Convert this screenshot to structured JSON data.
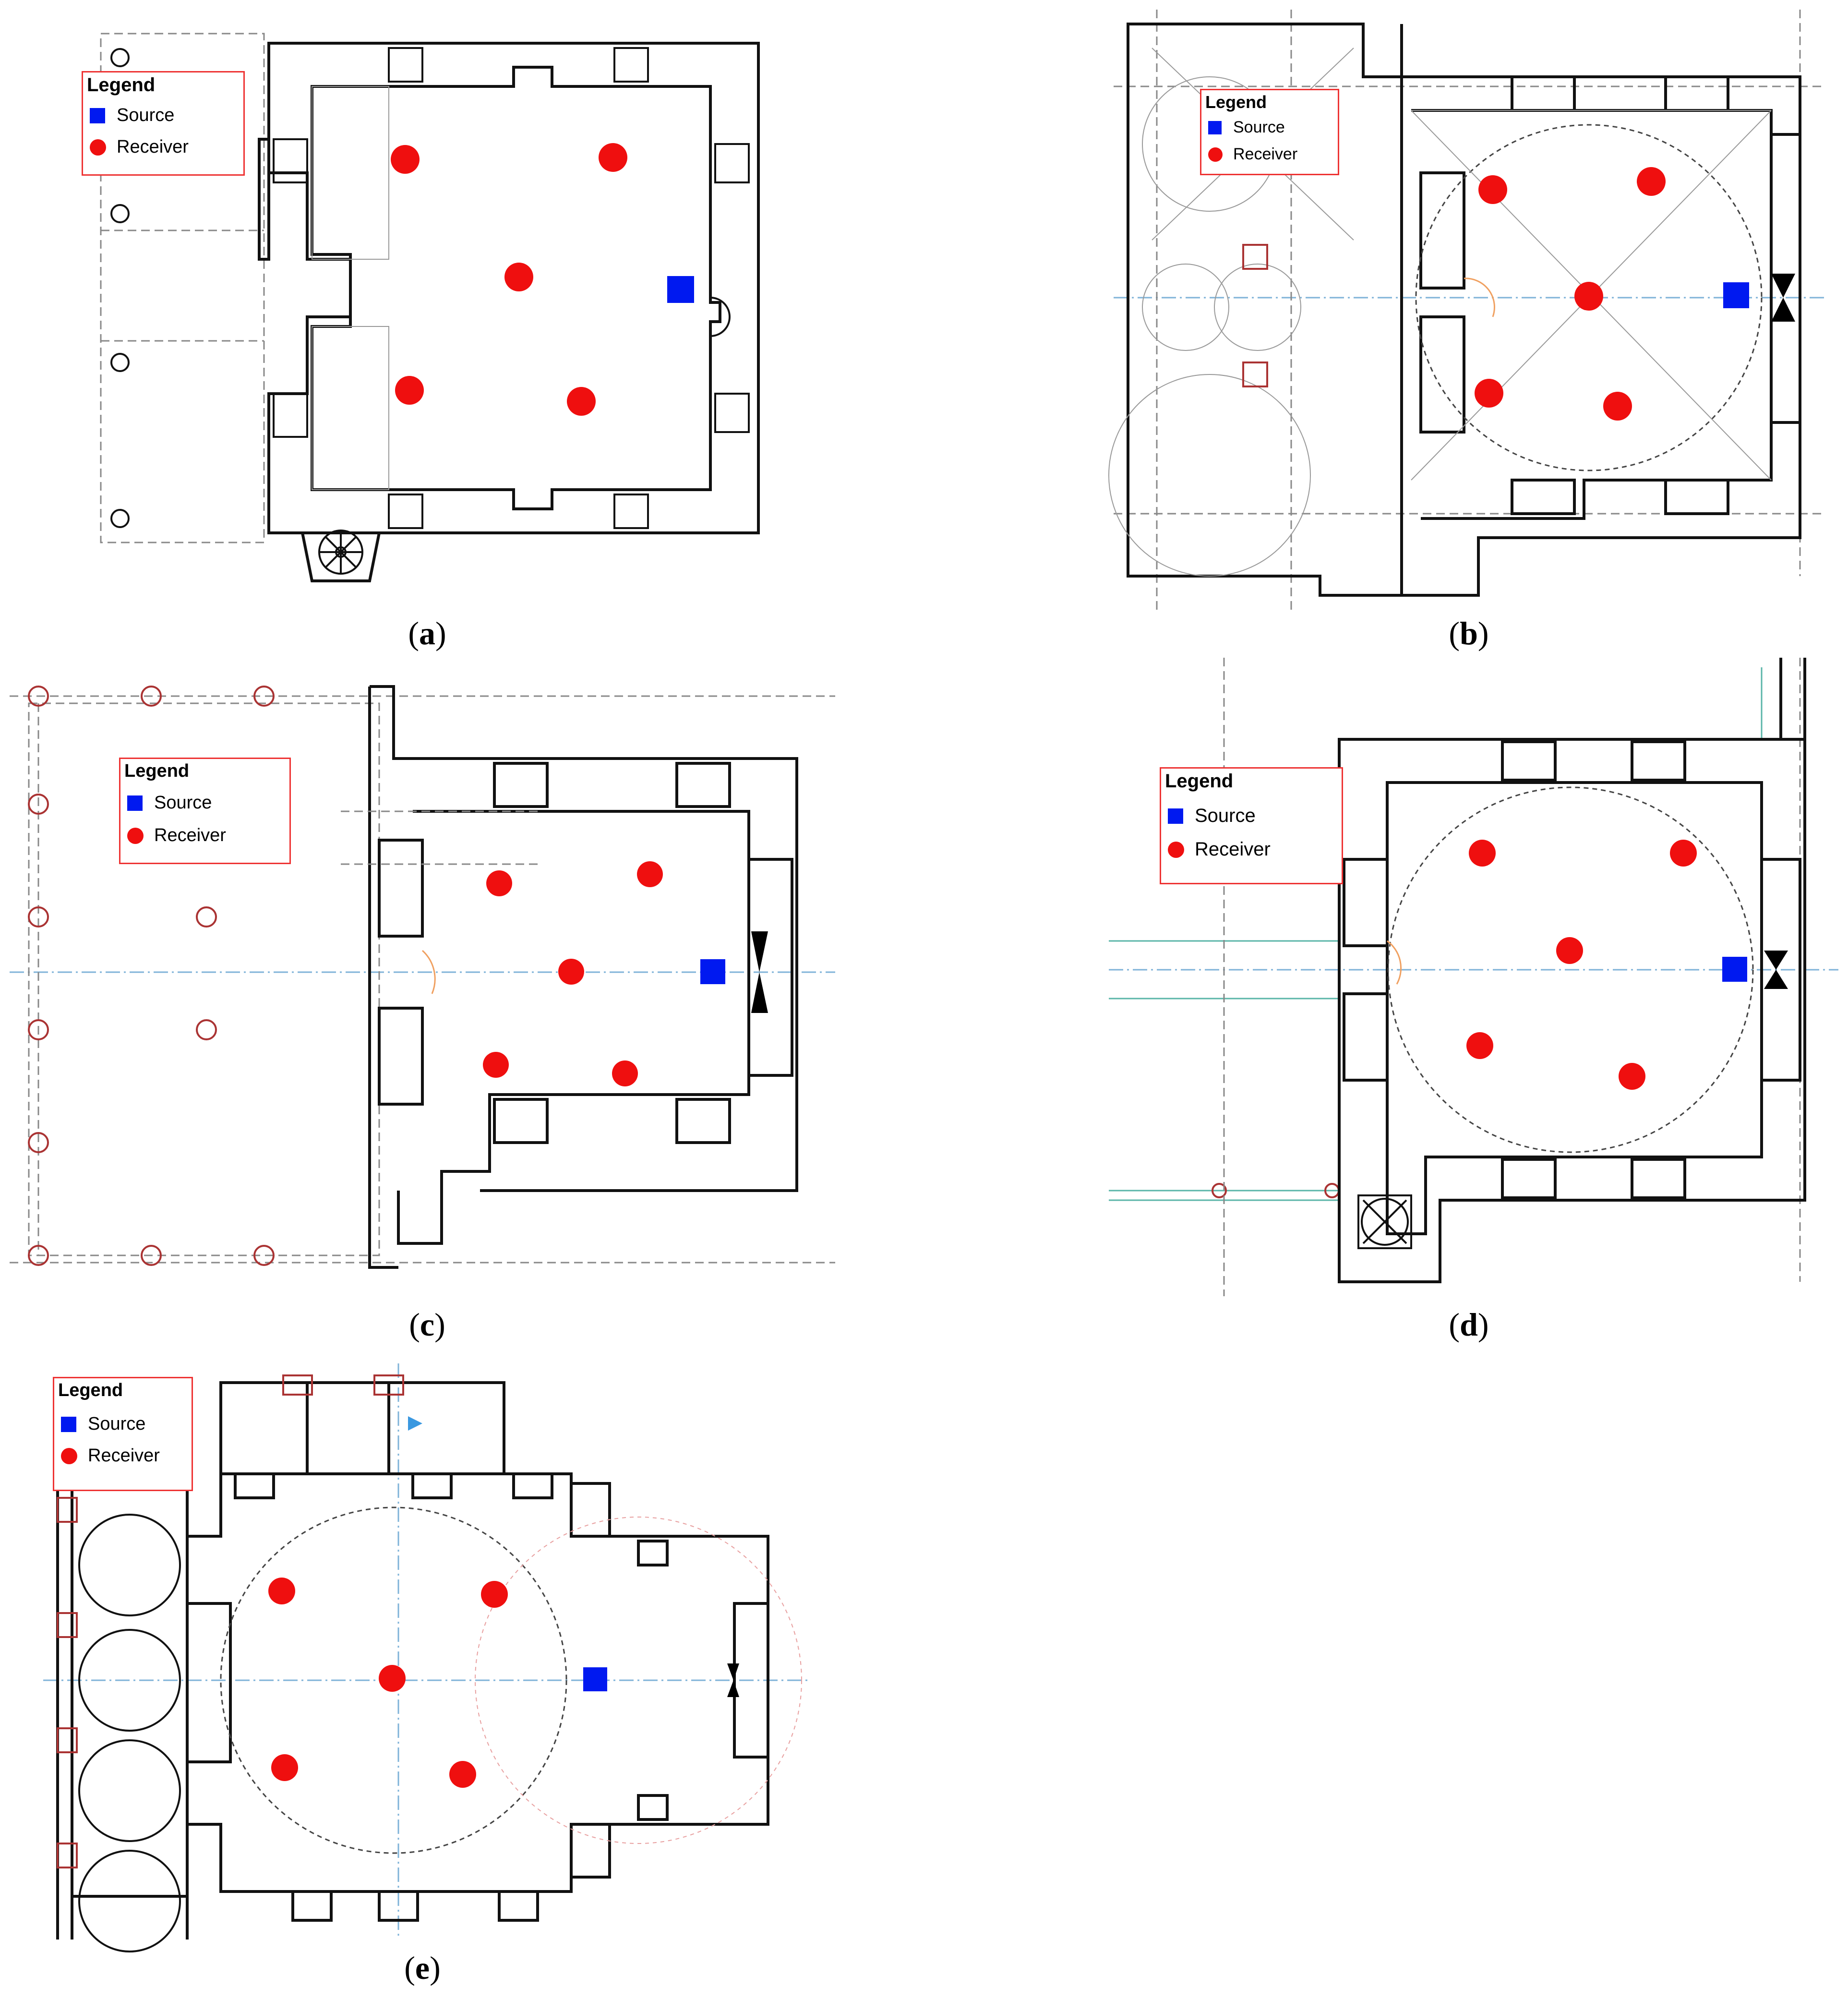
{
  "legend": {
    "title": "Legend",
    "source": "Source",
    "receiver": "Receiver"
  },
  "colors": {
    "source": "#0019f0",
    "receiver": "#ef0f0f",
    "legend_border": "#e33"
  },
  "captions": [
    {
      "open": "(",
      "letter": "a",
      "close": ")"
    },
    {
      "open": "(",
      "letter": "b",
      "close": ")"
    },
    {
      "open": "(",
      "letter": "c",
      "close": ")"
    },
    {
      "open": "(",
      "letter": "d",
      "close": ")"
    },
    {
      "open": "(",
      "letter": "e",
      "close": ")"
    }
  ]
}
